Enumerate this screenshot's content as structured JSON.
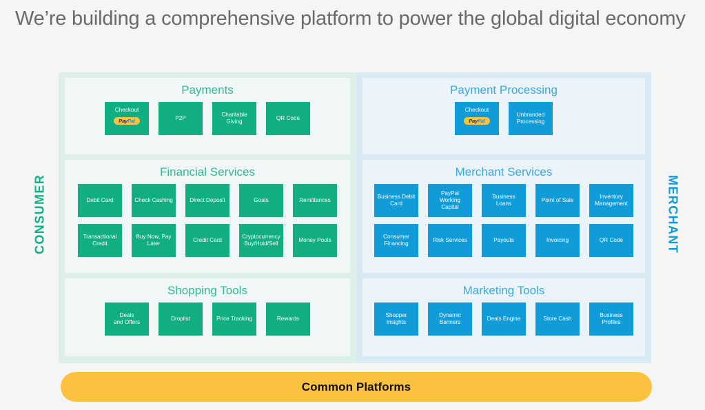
{
  "headline": "We’re building a comprehensive platform to power the global digital economy",
  "rails": {
    "left_label": "CONSUMER",
    "right_label": "MERCHANT"
  },
  "colors": {
    "consumer_accent": "#10b184",
    "merchant_accent": "#0f9bd7",
    "consumer_tile": "#10ae80",
    "merchant_tile": "#109cd8",
    "consumer_board": "#dcefeb",
    "merchant_board": "#d8e9f4",
    "consumer_panel": "#f1f7f6",
    "merchant_panel": "#eaf4fa",
    "common_bar": "#fcc13f",
    "headline_text": "#6a6a6a",
    "page_background": "#f5f5f5"
  },
  "paypal_badge": {
    "part1": "Pay",
    "part2": "Pal"
  },
  "consumer": {
    "sections": [
      {
        "title": "Payments",
        "rows": [
          [
            {
              "label": "Checkout",
              "badge": "paypal"
            },
            {
              "label": "P2P"
            },
            {
              "label": "Charitable\nGiving"
            },
            {
              "label": "QR Code"
            }
          ]
        ]
      },
      {
        "title": "Financial Services",
        "rows": [
          [
            {
              "label": "Debit Card"
            },
            {
              "label": "Check Cashing"
            },
            {
              "label": "Direct Deposit"
            },
            {
              "label": "Goals"
            },
            {
              "label": "Remittances"
            }
          ],
          [
            {
              "label": "Transactional\nCredit"
            },
            {
              "label": "Buy Now, Pay\nLater"
            },
            {
              "label": "Credit Card"
            },
            {
              "label": "Cryptocurrency\nBuy/Hold/Sell"
            },
            {
              "label": "Money Pools"
            }
          ]
        ]
      },
      {
        "title": "Shopping Tools",
        "rows": [
          [
            {
              "label": "Deals\nand Offers"
            },
            {
              "label": "Droplist"
            },
            {
              "label": "Price Tracking"
            },
            {
              "label": "Rewards"
            }
          ]
        ]
      }
    ]
  },
  "merchant": {
    "sections": [
      {
        "title": "Payment Processing",
        "rows": [
          [
            {
              "label": "Checkout",
              "badge": "paypal"
            },
            {
              "label": "Unbranded\nProcessing"
            }
          ]
        ]
      },
      {
        "title": "Merchant Services",
        "rows": [
          [
            {
              "label": "Business Debit\nCard"
            },
            {
              "label": "PayPal\nWorking\nCapital"
            },
            {
              "label": "Business\nLoans"
            },
            {
              "label": "Point of Sale"
            },
            {
              "label": "Inventory\nManagement"
            }
          ],
          [
            {
              "label": "Consumer\nFinancing"
            },
            {
              "label": "Risk Services"
            },
            {
              "label": "Payouts"
            },
            {
              "label": "Invoicing"
            },
            {
              "label": "QR Code"
            }
          ]
        ]
      },
      {
        "title": "Marketing Tools",
        "rows": [
          [
            {
              "label": "Shopper\nInsights"
            },
            {
              "label": "Dynamic\nBanners"
            },
            {
              "label": "Deals Engine"
            },
            {
              "label": "Store Cash"
            },
            {
              "label": "Business\nProfiles"
            }
          ]
        ]
      }
    ]
  },
  "common_platforms_label": "Common Platforms"
}
